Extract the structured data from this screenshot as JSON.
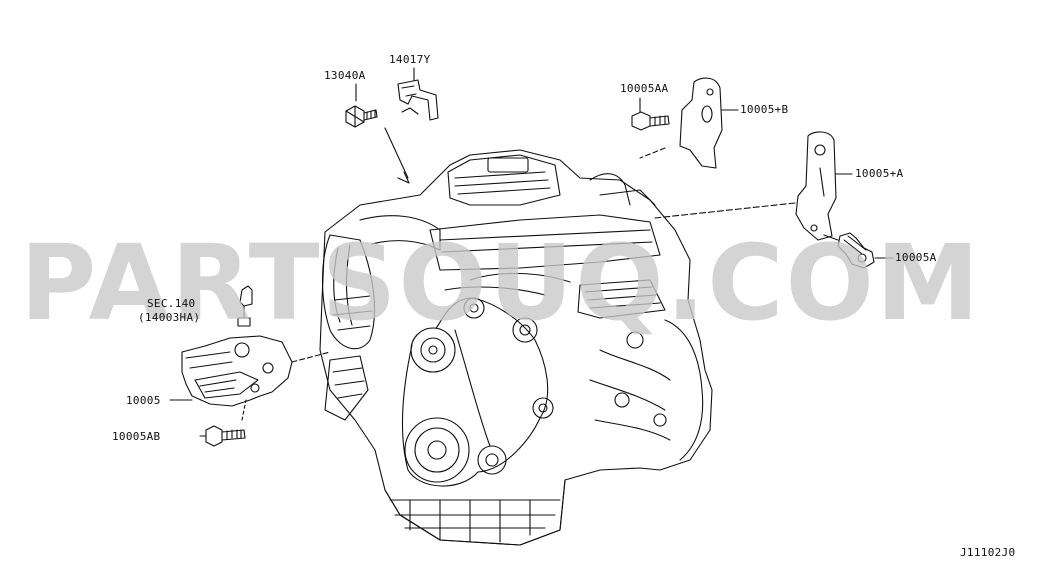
{
  "parts": {
    "p13040A": "13040A",
    "p14017Y": "14017Y",
    "p10005AA": "10005AA",
    "p10005B": "10005+B",
    "p10005A_plus": "10005+A",
    "p10005A": "10005A",
    "sec_ref": "SEC.140",
    "sec_part": "(14003HA)",
    "p10005": "10005",
    "p10005AB": "10005AB"
  },
  "diagram_code": "J11102J0",
  "watermark": "PARTSOUQ.COM",
  "colors": {
    "line": "#111111",
    "watermark": "#c9c9c9",
    "background": "#ffffff"
  }
}
